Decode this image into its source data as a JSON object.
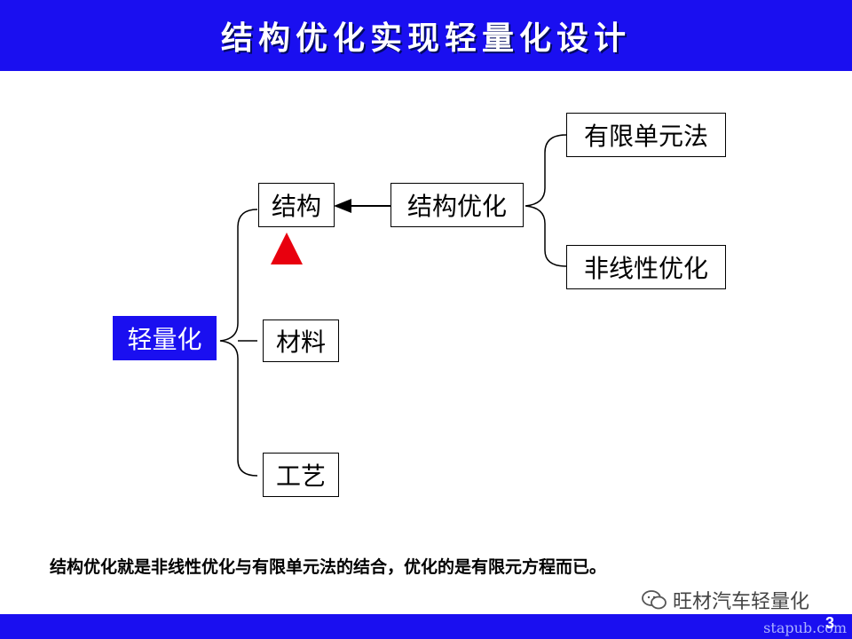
{
  "title": "结构优化实现轻量化设计",
  "diagram": {
    "root": "轻量化",
    "branches": [
      "结构",
      "材料",
      "工艺"
    ],
    "structure_opt": "结构优化",
    "methods": [
      "有限单元法",
      "非线性优化"
    ]
  },
  "caption": "结构优化就是非线性优化与有限单元法的结合，优化的是有限元方程而已。",
  "watermark": "旺材汽车轻量化",
  "page_number": "3",
  "site_mark": "stapub.com",
  "colors": {
    "title_bar": "#1a0ff0",
    "root_fill": "#1a0ff0",
    "marker_red": "#e8000e"
  }
}
